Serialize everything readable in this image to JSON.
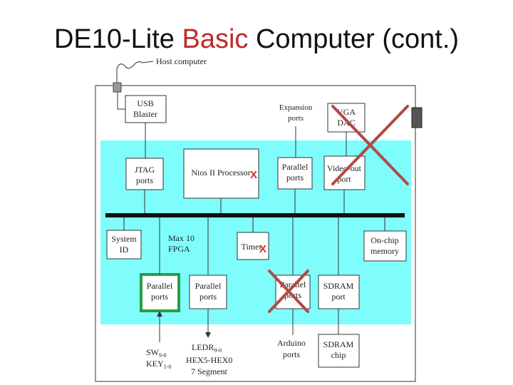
{
  "title": {
    "prefix": "DE10-Lite ",
    "highlight": "Basic",
    "suffix": " Computer (cont.)"
  },
  "colors": {
    "title_highlight": "#c0282c",
    "fpga_area": "#7ffdfd",
    "bus": "#111111",
    "cross": "#b04a45",
    "selected": "#2a9d44",
    "x_mark": "#d0302c"
  },
  "host": {
    "label": "Host computer"
  },
  "blocks": {
    "usb_blaster": [
      "USB",
      "Blaster"
    ],
    "expansion_ports": [
      "Expansion",
      "ports"
    ],
    "vga_dac": [
      "VGA",
      "DAC"
    ],
    "jtag_ports": [
      "JTAG",
      "ports"
    ],
    "nios_processor": [
      "Nios II Processor"
    ],
    "parallel_ports_top": [
      "Parallel",
      "ports"
    ],
    "video_out_port": [
      "Video-out",
      "port"
    ],
    "system_id": [
      "System",
      "ID"
    ],
    "fpga_label": [
      "Max 10",
      "FPGA"
    ],
    "timer": [
      "Timer"
    ],
    "on_chip_memory": [
      "On-chip",
      "memory"
    ],
    "parallel_ports_sw": [
      "Parallel",
      "ports"
    ],
    "parallel_ports_ledr": [
      "Parallel",
      "ports"
    ],
    "parallel_ports_arduino": [
      "Parallel",
      "ports"
    ],
    "sdram_port": [
      "SDRAM",
      "port"
    ],
    "sdram_chip": [
      "SDRAM",
      "chip"
    ]
  },
  "io_labels": {
    "switches": {
      "sw": "SW",
      "sw_sub": "9-0",
      "key": "KEY",
      "key_sub": "1-0"
    },
    "leds": {
      "ledr": "LEDR",
      "ledr_sub": "9-0",
      "hex": "HEX5-HEX0",
      "seg": "7 Segment"
    },
    "arduino": [
      "Arduino",
      "ports"
    ]
  },
  "marks": {
    "x_symbol": "X"
  }
}
